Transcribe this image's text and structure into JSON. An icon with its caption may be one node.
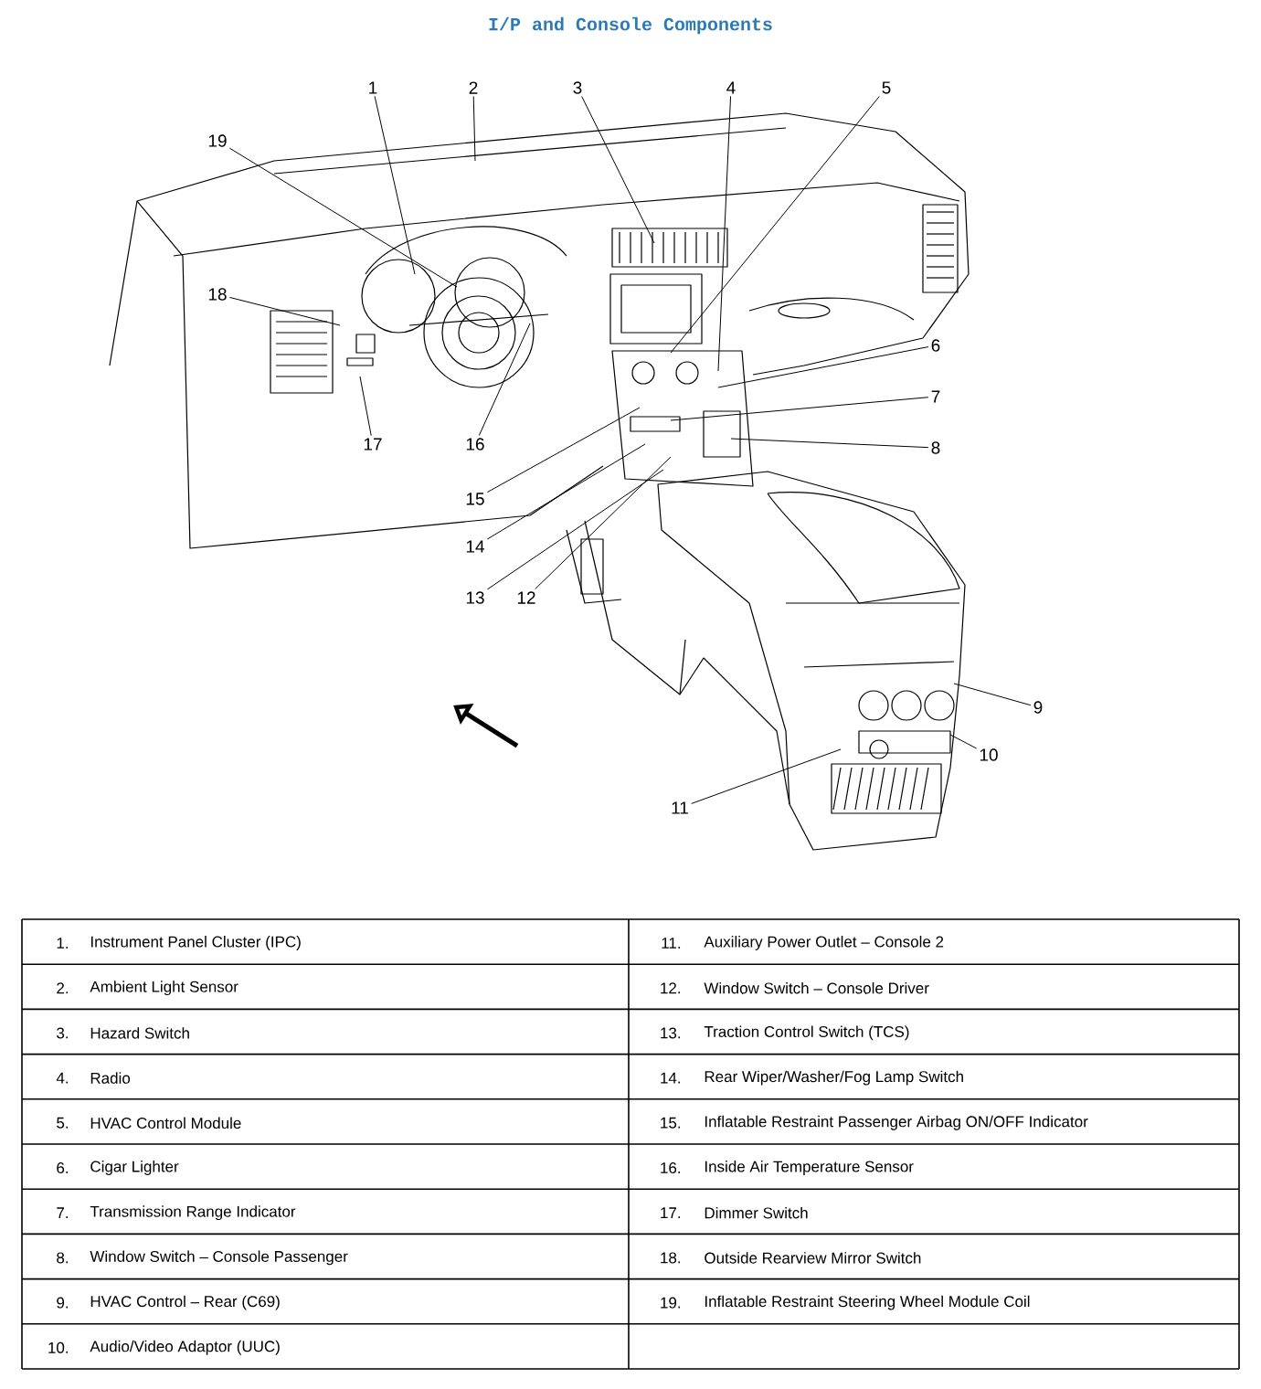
{
  "diagram": {
    "title": "I/P and Console Components",
    "nodes": [
      {
        "text": [
          "1"
        ]
      },
      {
        "text": [
          "2"
        ]
      },
      {
        "text": [
          "3"
        ]
      },
      {
        "text": [
          "4"
        ]
      },
      {
        "text": [
          "5"
        ]
      },
      {
        "text": [
          "6"
        ]
      },
      {
        "text": [
          "7"
        ]
      },
      {
        "text": [
          "8"
        ]
      },
      {
        "text": [
          "9"
        ]
      },
      {
        "text": [
          "10"
        ]
      },
      {
        "text": [
          "11"
        ]
      },
      {
        "text": [
          "12"
        ]
      },
      {
        "text": [
          "13"
        ]
      },
      {
        "text": [
          "14"
        ]
      },
      {
        "text": [
          "15"
        ]
      },
      {
        "text": [
          "16"
        ]
      },
      {
        "text": [
          "17"
        ]
      },
      {
        "text": [
          "18"
        ]
      },
      {
        "text": [
          "19"
        ]
      }
    ],
    "edges": [
      {
        "from": 0,
        "to": null,
        "arrow": "none"
      },
      {
        "from": 1,
        "to": null,
        "arrow": "none"
      },
      {
        "from": 2,
        "to": null,
        "arrow": "none"
      },
      {
        "from": 3,
        "to": null,
        "arrow": "none"
      },
      {
        "from": 4,
        "to": null,
        "arrow": "none"
      },
      {
        "from": 5,
        "to": null,
        "arrow": "none"
      },
      {
        "from": 6,
        "to": null,
        "arrow": "none"
      },
      {
        "from": 7,
        "to": null,
        "arrow": "none"
      },
      {
        "from": 8,
        "to": null,
        "arrow": "none"
      },
      {
        "from": 9,
        "to": null,
        "arrow": "none"
      },
      {
        "from": 10,
        "to": null,
        "arrow": "none"
      },
      {
        "from": 11,
        "to": null,
        "arrow": "none"
      },
      {
        "from": 12,
        "to": null,
        "arrow": "none"
      },
      {
        "from": 13,
        "to": null,
        "arrow": "none"
      },
      {
        "from": 14,
        "to": null,
        "arrow": "none"
      },
      {
        "from": 15,
        "to": null,
        "arrow": "none"
      },
      {
        "from": 16,
        "to": null,
        "arrow": "none"
      },
      {
        "from": 17,
        "to": null,
        "arrow": "none"
      },
      {
        "from": 18,
        "to": null,
        "arrow": "none"
      }
    ],
    "labels": [
      "1.",
      "Instrument Panel Cluster (IPC)",
      "11.",
      "Auxiliary Power Outlet – Console 2",
      "2.",
      "Ambient Light Sensor",
      "12.",
      "Window Switch – Console Driver",
      "3.",
      "Hazard Switch",
      "13.",
      "Traction Control Switch (TCS)",
      "4.",
      "Radio",
      "14.",
      "Rear Wiper/Washer/Fog Lamp Switch",
      "5.",
      "HVAC Control Module",
      "15.",
      "Inflatable Restraint Passenger Airbag ON/OFF Indicator",
      "6.",
      "Cigar Lighter",
      "16.",
      "Inside Air Temperature Sensor",
      "7.",
      "Transmission Range Indicator",
      "17.",
      "Dimmer Switch",
      "8.",
      "Window Switch – Console Passenger",
      "18.",
      "Outside Rearview Mirror Switch",
      "9.",
      "HVAC Control – Rear (C69)",
      "19.",
      "Inflatable Restraint Steering Wheel Module Coil",
      "10.",
      "Audio/Video Adaptor (UUC)"
    ]
  }
}
